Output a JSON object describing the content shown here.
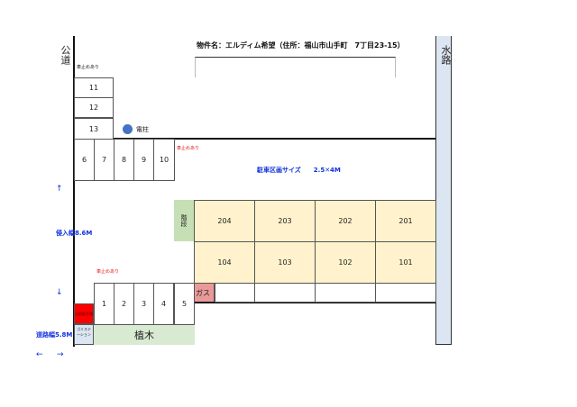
{
  "title": "物件名：エルディム希望（住所：福山市山手町　7丁目23-15）",
  "public_road": "公道",
  "waterway": "水路",
  "car_stop_labels": [
    "車止めあり",
    "車止めあり",
    "車止めあり"
  ],
  "utility_pole": "電柱",
  "stairs": "階段",
  "gas": "ガス",
  "vending_machine": "自動販売機",
  "garbage_station": "ゴミステーション",
  "planting": "植木",
  "parking_size": "駐車区画サイズ　　2.5✕4M",
  "entry_width": "侵入幅8.6M",
  "road_width": "道路幅5.8M",
  "arrows": {
    "up": "↑",
    "down": "↓",
    "left": "←",
    "right": "→"
  },
  "parking_left_column": [
    "11",
    "12",
    "13"
  ],
  "parking_middle_row": [
    "6",
    "7",
    "8",
    "9",
    "10"
  ],
  "parking_bottom_row": [
    "1",
    "2",
    "3",
    "4",
    "5"
  ],
  "building_upper": [
    "204",
    "203",
    "202",
    "201"
  ],
  "building_lower": [
    "104",
    "103",
    "102",
    "101"
  ],
  "colors": {
    "building": "#fff2cc",
    "stairs": "#c6dfb4",
    "planting": "#d9ead3",
    "gas": "#ea9999",
    "vending": "#ff0000",
    "garbage": "#dce6f2",
    "waterway": "#dce6f2",
    "pole": "#4472c4",
    "label_blue": "#1030e0"
  }
}
